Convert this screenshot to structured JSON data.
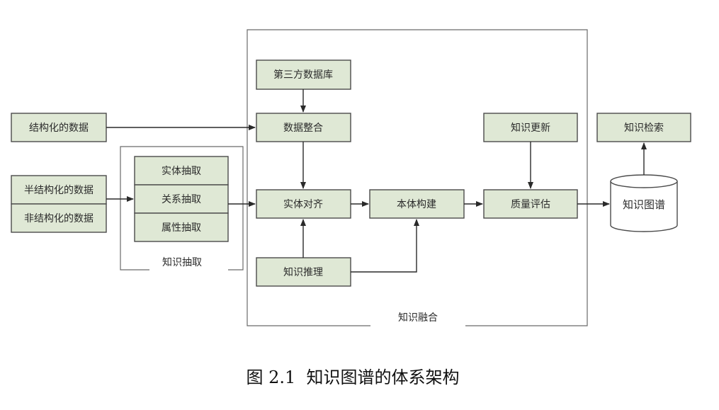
{
  "nodes": {
    "structured_data": "结构化的数据",
    "semi_structured_data": "半结构化的数据",
    "unstructured_data": "非结构化的数据",
    "entity_extraction": "实体抽取",
    "relation_extraction": "关系抽取",
    "attribute_extraction": "属性抽取",
    "third_party_db": "第三方数据库",
    "data_integration": "数据整合",
    "entity_alignment": "实体对齐",
    "knowledge_reasoning": "知识推理",
    "ontology_construction": "本体构建",
    "knowledge_update": "知识更新",
    "quality_assessment": "质量评估",
    "knowledge_graph": "知识图谱",
    "knowledge_retrieval": "知识检索"
  },
  "groups": {
    "knowledge_extraction": "知识抽取",
    "knowledge_fusion": "知识融合"
  },
  "caption": "图 2.1  知识图谱的体系架构",
  "colors": {
    "box_fill": "#dfe8d5",
    "box_stroke": "#4b4b4b",
    "frame_stroke": "#6a6a6a",
    "arrow": "#2a2a2a"
  }
}
